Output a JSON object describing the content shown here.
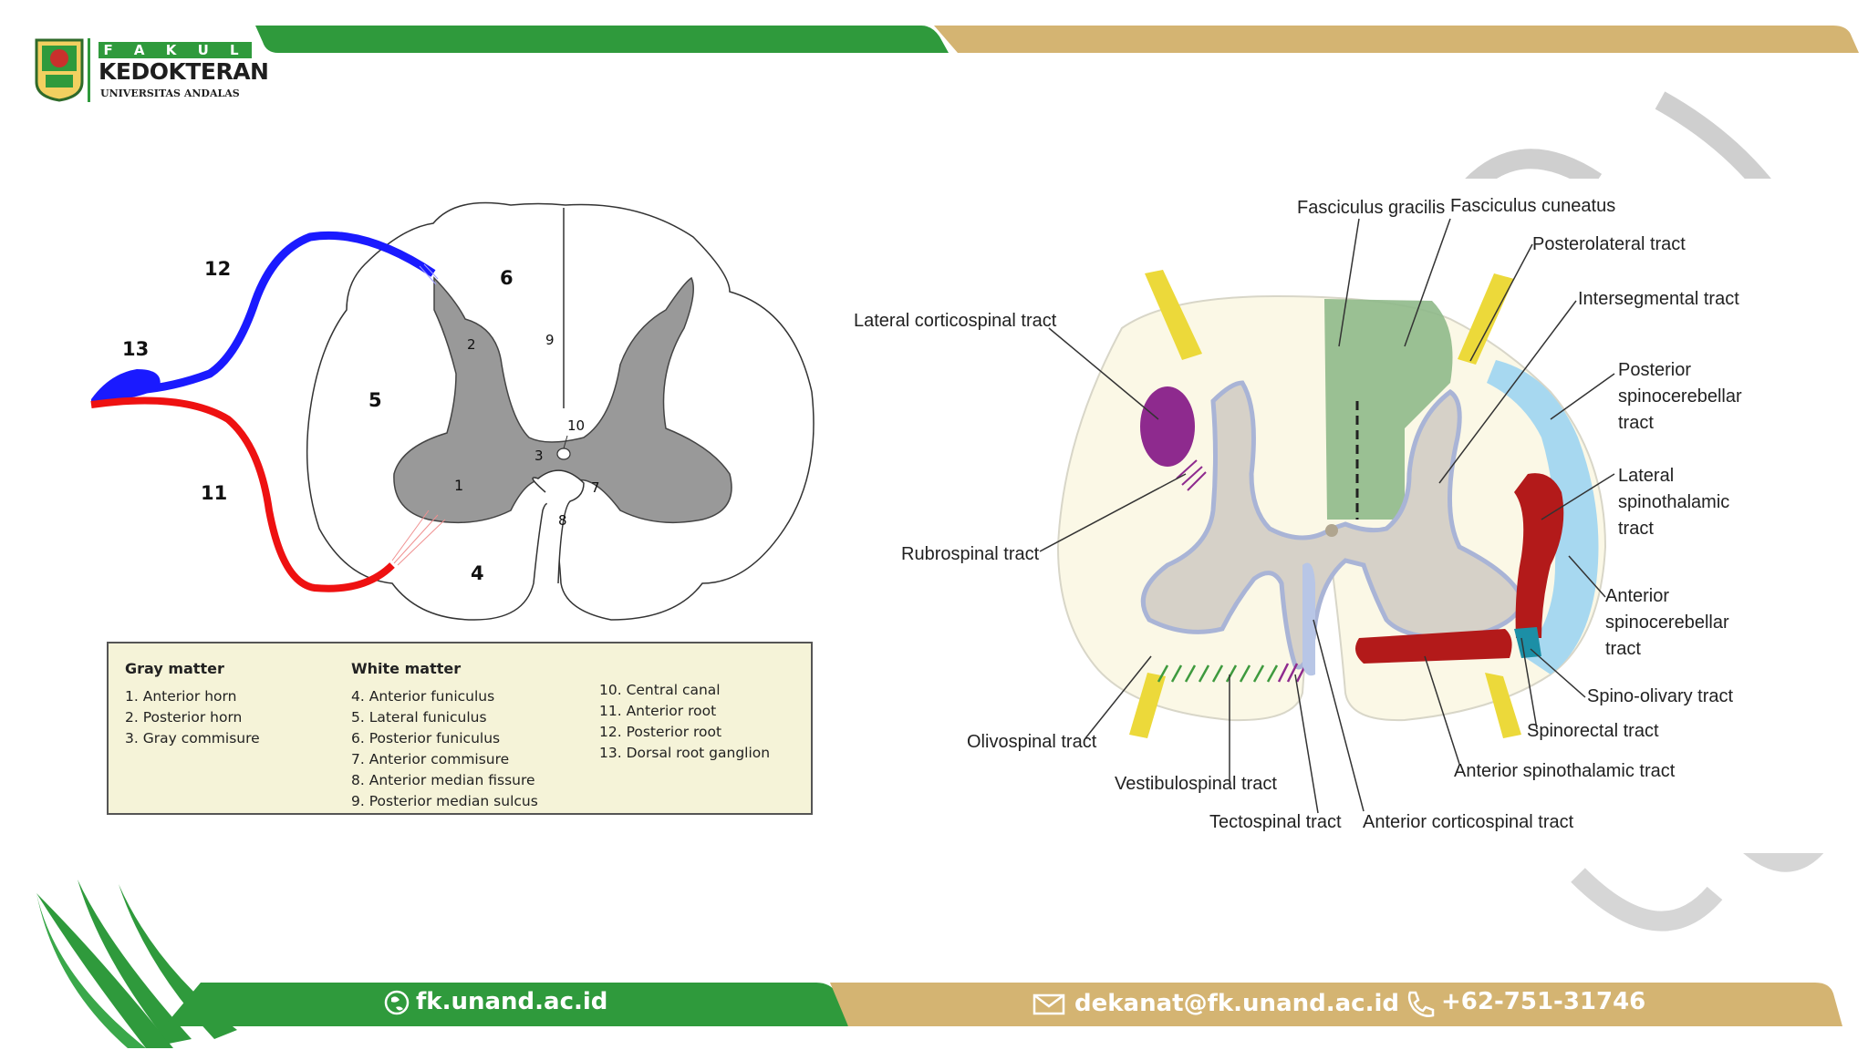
{
  "header": {
    "institution_top": "F A K U L T A S",
    "institution_name": "KEDOKTERAN",
    "university": "UNIVERSITAS ANDALAS"
  },
  "left_diagram": {
    "region_labels": [
      "1",
      "2",
      "3",
      "4",
      "5",
      "6",
      "7",
      "8",
      "9",
      "10",
      "11",
      "12",
      "13"
    ],
    "legend": {
      "gray_matter": {
        "title": "Gray matter",
        "items": [
          "1. Anterior horn",
          "2. Posterior horn",
          "3. Gray commisure"
        ]
      },
      "white_matter": {
        "title": "White matter",
        "items": [
          "4. Anterior funiculus",
          "5. Lateral funiculus",
          "6. Posterior funiculus",
          "7. Anterior commisure",
          "8. Anterior median fissure",
          "9. Posterior median sulcus"
        ]
      },
      "other": {
        "items": [
          "10. Central canal",
          "11. Anterior root",
          "12. Posterior root",
          "13. Dorsal root ganglion"
        ]
      }
    }
  },
  "right_diagram": {
    "labels": {
      "fasciculus_gracilis": "Fasciculus gracilis",
      "fasciculus_cuneatus": "Fasciculus cuneatus",
      "posterolateral": "Posterolateral tract",
      "intersegmental": "Intersegmental tract",
      "posterior_spinocerebellar": [
        "Posterior",
        "spinocerebellar",
        "tract"
      ],
      "lateral_spinothalamic": [
        "Lateral",
        "spinothalamic",
        "tract"
      ],
      "anterior_spinocerebellar": [
        "Anterior",
        "spinocerebellar",
        "tract"
      ],
      "spino_olivary": "Spino-olivary tract",
      "spinorectal": "Spinorectal tract",
      "anterior_spinothalamic": "Anterior spinothalamic tract",
      "anterior_corticospinal": "Anterior corticospinal tract",
      "tectospinal": "Tectospinal tract",
      "vestibulospinal": "Vestibulospinal tract",
      "olivospinal": "Olivospinal tract",
      "rubrospinal": "Rubrospinal tract",
      "lateral_corticospinal": "Lateral corticospinal tract"
    }
  },
  "footer": {
    "website": "fk.unand.ac.id",
    "email": "dekanat@fk.unand.ac.id",
    "phone": "+62-751-31746"
  },
  "colors": {
    "green": "#2f9a3c",
    "gold": "#d4b472",
    "posterior_root": "#1a1aff",
    "anterior_root": "#ee1111",
    "gray_matter": "#9a9a9a"
  }
}
